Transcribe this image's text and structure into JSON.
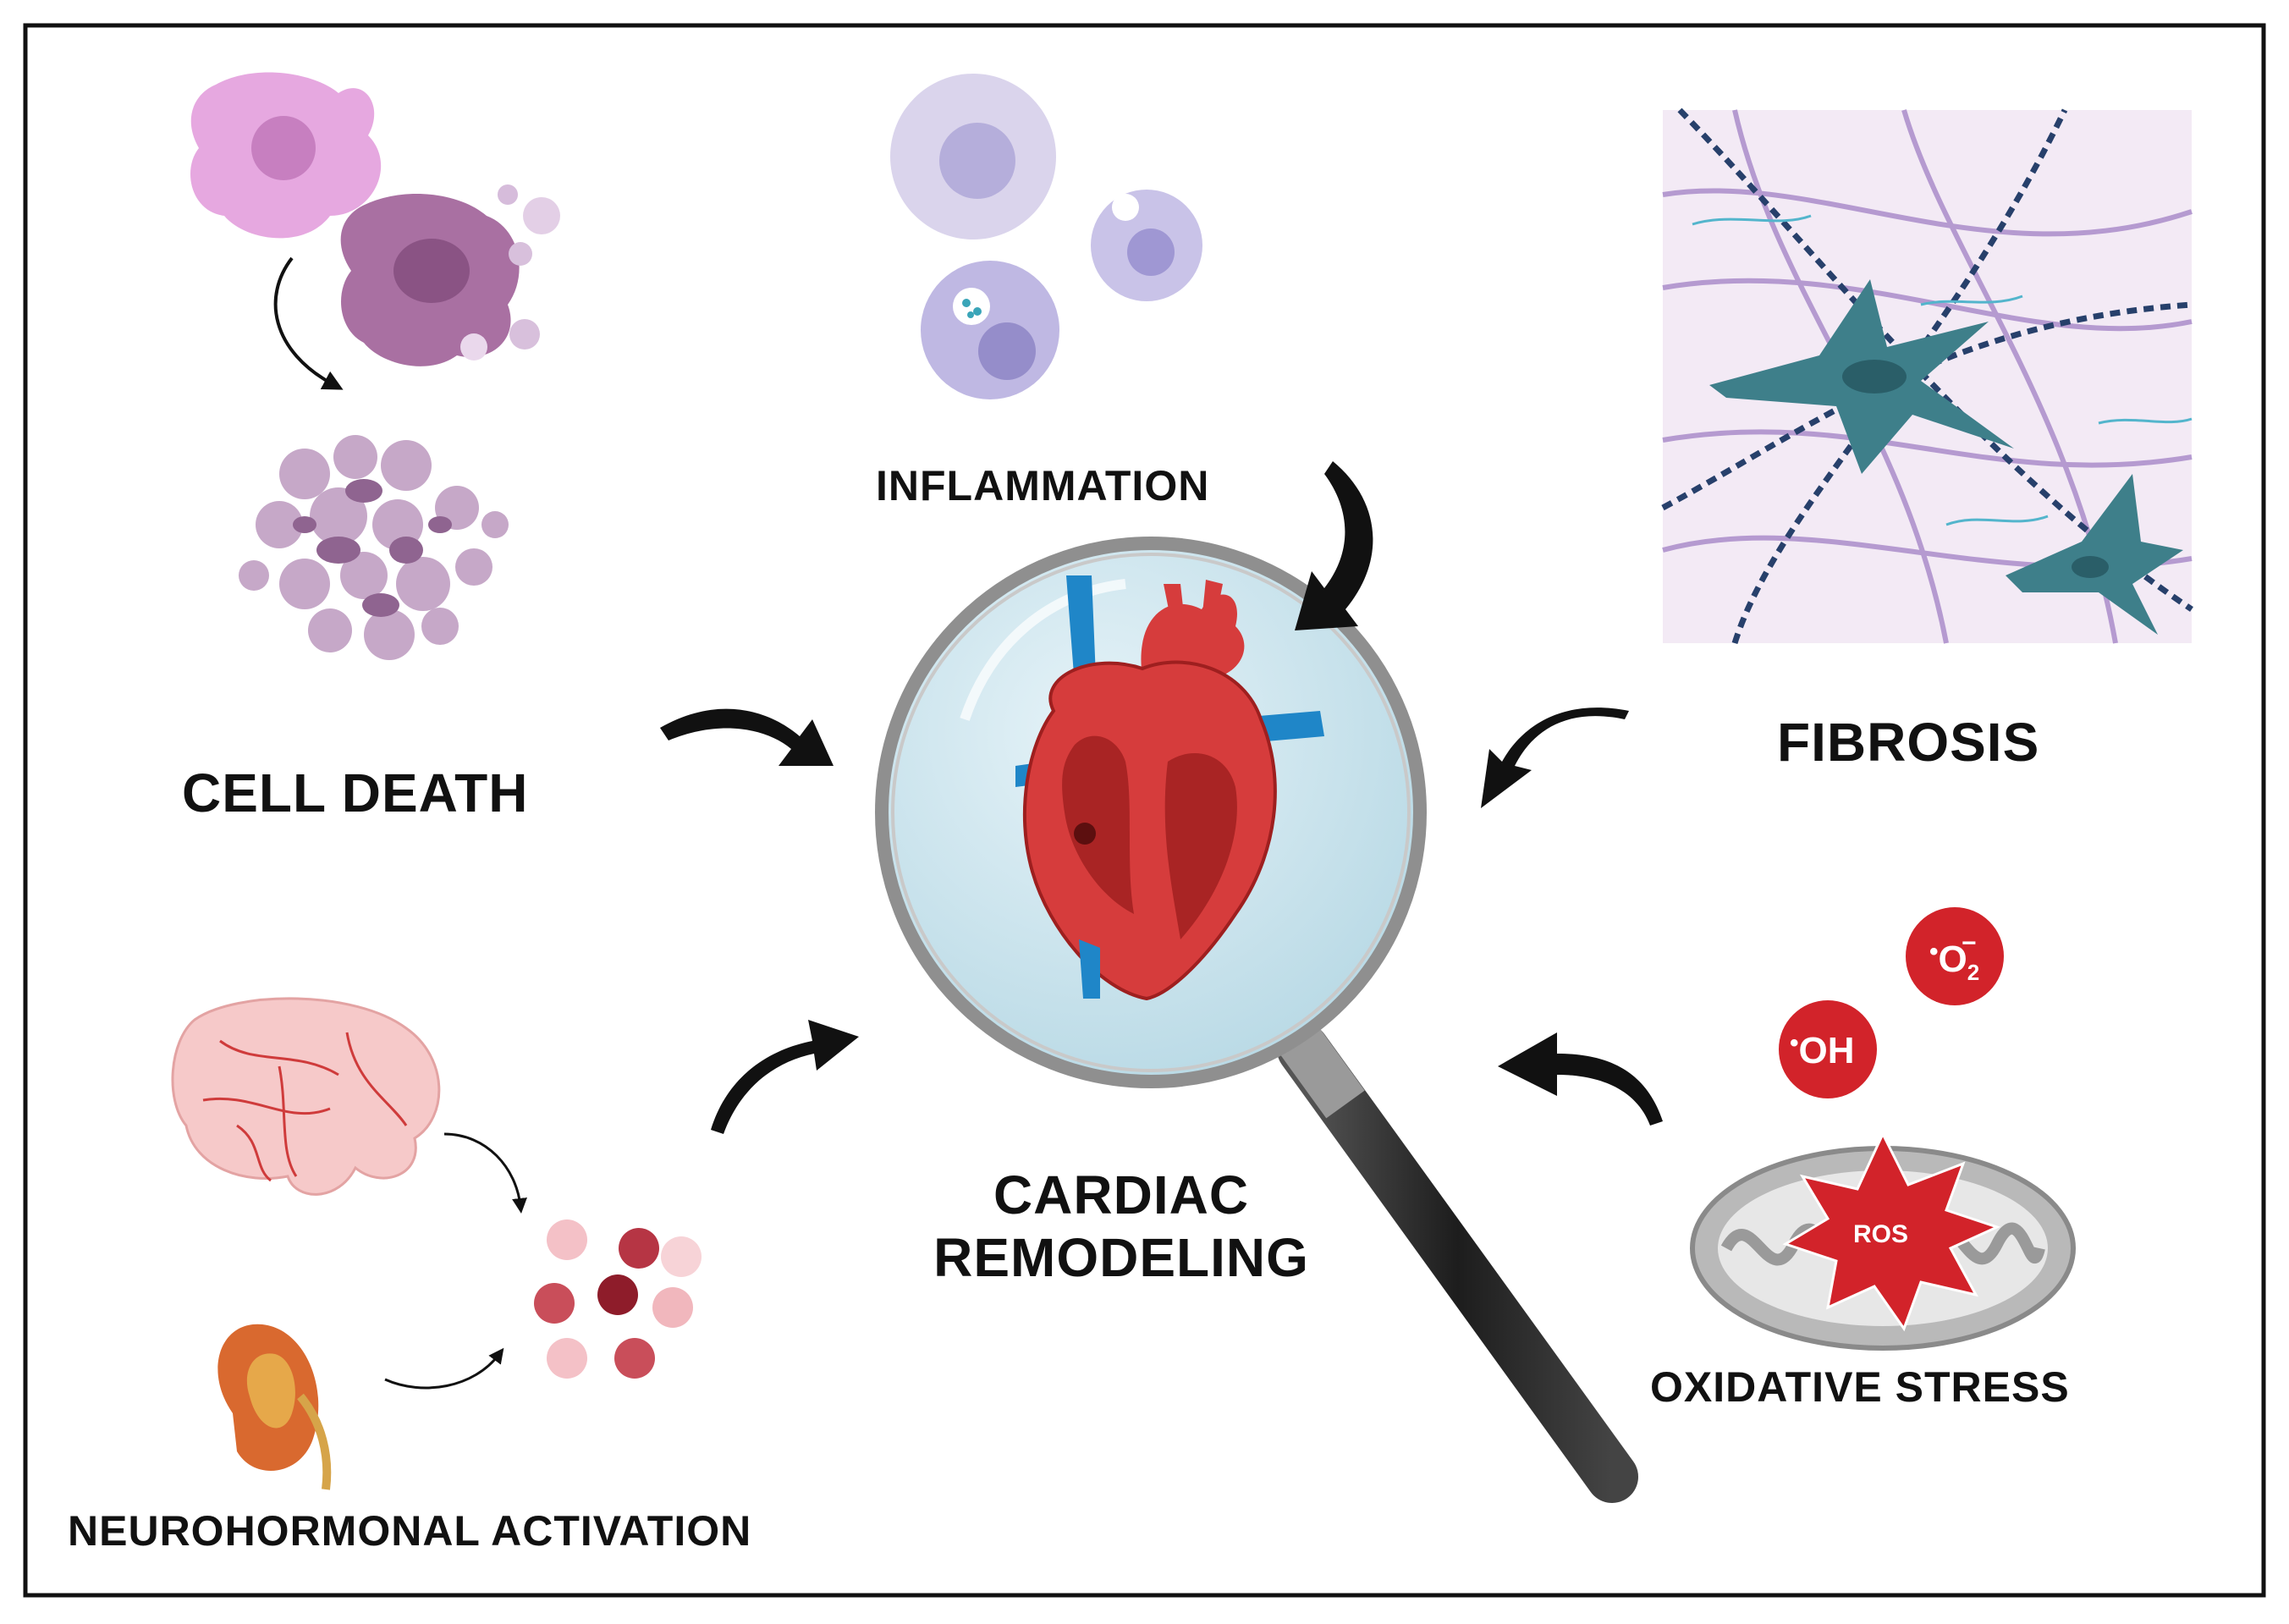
{
  "labels": {
    "cell_death": "CELL DEATH",
    "inflammation": "INFLAMMATION",
    "fibrosis": "FIBROSIS",
    "cardiac_line1": "CARDIAC",
    "cardiac_line2": "REMODELING",
    "oxidative_stress": "OXIDATIVE STRESS",
    "neurohormonal": "NEUROHORMONAL ACTIVATION"
  },
  "ions": {
    "superoxide_dot": "•",
    "superoxide_main": "O",
    "superoxide_sub": "2",
    "superoxide_sup": "−",
    "hydroxyl_dot": "•",
    "hydroxyl_main": "OH",
    "ros": "ROS"
  },
  "colors": {
    "frame": "#111111",
    "arrow": "#111111",
    "lens": "#cfe6ee",
    "heart_red": "#d63c3c",
    "vessel_blue": "#1f86c8",
    "ion_red": "#d2232a",
    "mito_grey": "#b9b9b9",
    "fibro_bg": "#f3eaf5",
    "fibro_cell": "#3e7f8a"
  }
}
